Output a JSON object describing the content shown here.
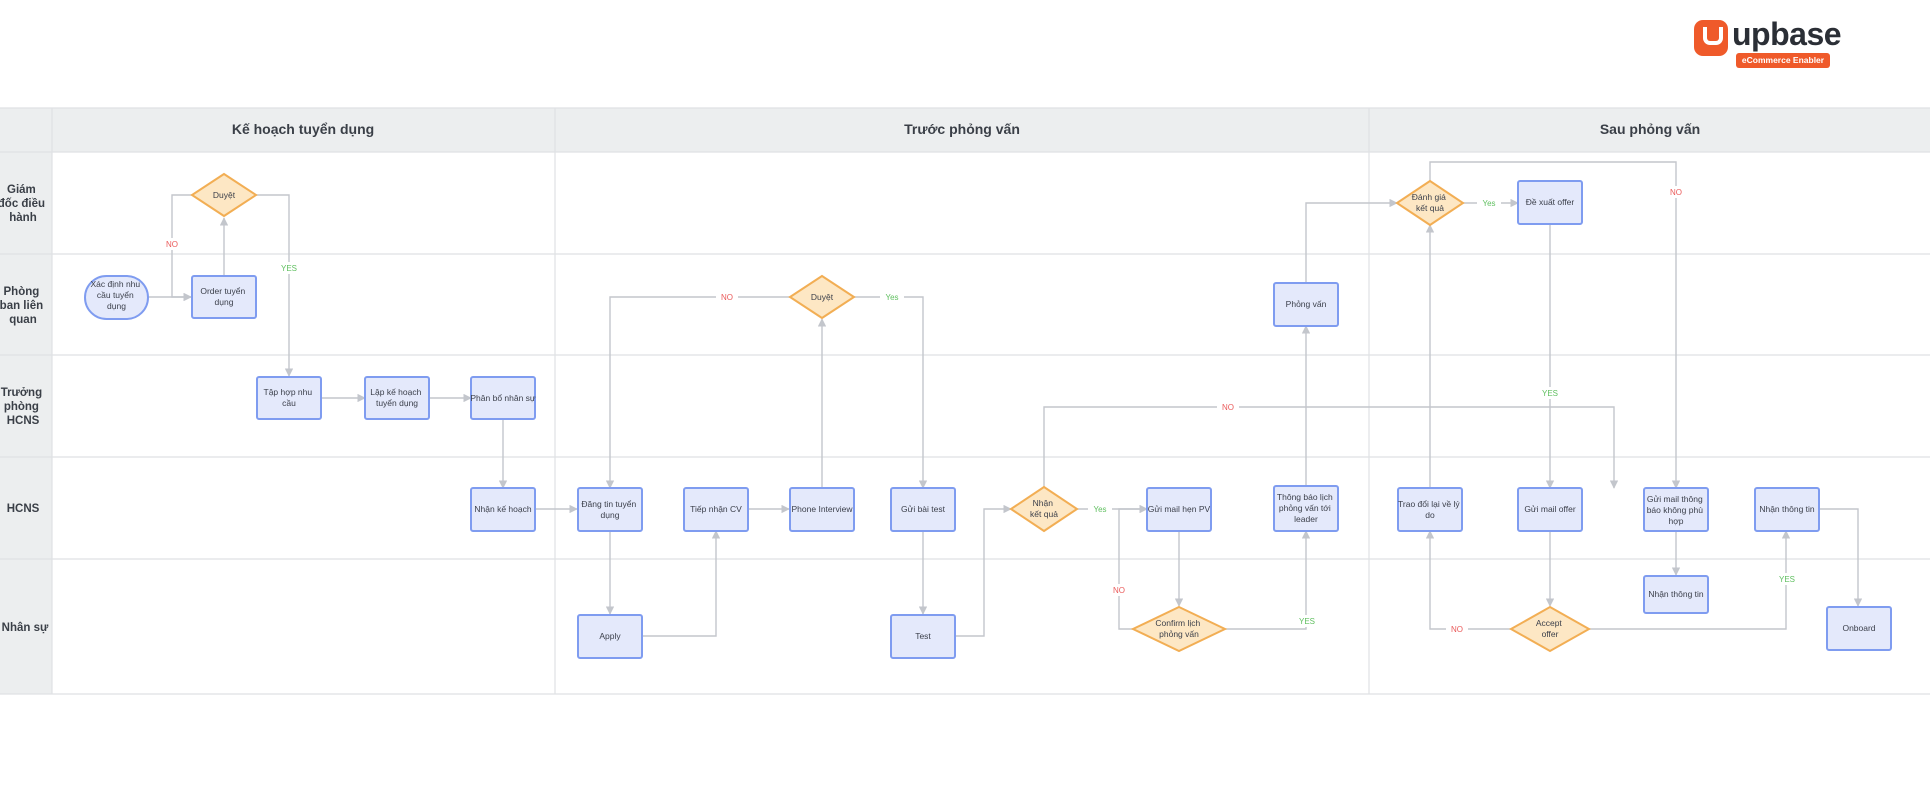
{
  "brand": {
    "name": "upbase",
    "tagline": "eCommerce Enabler",
    "color": "#ef5a2a"
  },
  "phases": [
    {
      "label": "Kế hoạch tuyển dụng"
    },
    {
      "label": "Trước phỏng vấn"
    },
    {
      "label": "Sau phỏng vấn"
    }
  ],
  "lanes": [
    {
      "lines": [
        "Giám",
        "đốc điều",
        "hành"
      ]
    },
    {
      "lines": [
        "Phòng",
        "ban liên",
        "quan"
      ]
    },
    {
      "lines": [
        "Trưởng",
        "phòng",
        "HCNS"
      ]
    },
    {
      "lines": [
        "HCNS"
      ]
    },
    {
      "lines": [
        "Nhân sự"
      ]
    }
  ],
  "nodes": {
    "xac_dinh": {
      "lines": [
        "Xác định nhu",
        "cầu tuyển",
        "dụng"
      ]
    },
    "order": {
      "lines": [
        "Order tuyển",
        "dụng"
      ]
    },
    "duyet1": {
      "lines": [
        "Duyệt"
      ]
    },
    "tap_hop": {
      "lines": [
        "Tập hợp nhu",
        "cầu"
      ]
    },
    "lap_ke_hoach": {
      "lines": [
        "Lập kế hoạch",
        "tuyển dụng"
      ]
    },
    "phan_bo": {
      "lines": [
        "Phân bổ nhân sự"
      ]
    },
    "nhan_ke_hoach": {
      "lines": [
        "Nhận kế hoạch"
      ]
    },
    "dang_tin": {
      "lines": [
        "Đăng tin tuyển",
        "dụng"
      ]
    },
    "apply": {
      "lines": [
        "Apply"
      ]
    },
    "tiep_nhan": {
      "lines": [
        "Tiếp nhận CV"
      ]
    },
    "phone": {
      "lines": [
        "Phone Interview"
      ]
    },
    "duyet2": {
      "lines": [
        "Duyệt"
      ]
    },
    "gui_bai_test": {
      "lines": [
        "Gửi bài test"
      ]
    },
    "test": {
      "lines": [
        "Test"
      ]
    },
    "nhan_ket_qua": {
      "lines": [
        "Nhận",
        "kết quả"
      ]
    },
    "gui_mail_hen": {
      "lines": [
        "Gửi mail hẹn PV"
      ]
    },
    "confirm": {
      "lines": [
        "Confirm lịch",
        "phỏng vấn"
      ]
    },
    "thong_bao_lich": {
      "lines": [
        "Thông báo lịch",
        "phỏng vấn tới",
        "leader"
      ]
    },
    "phong_van": {
      "lines": [
        "Phỏng vấn"
      ]
    },
    "danh_gia": {
      "lines": [
        "Đánh giá",
        "kết quả"
      ]
    },
    "de_xuat": {
      "lines": [
        "Đề xuất offer"
      ]
    },
    "tran_doi": {
      "lines": [
        "Trao đổi lại về lý",
        "do"
      ]
    },
    "gui_mail_offer": {
      "lines": [
        "Gửi mail offer"
      ]
    },
    "accept": {
      "lines": [
        "Accept",
        "offer"
      ]
    },
    "gui_mail_khong": {
      "lines": [
        "Gửi mail thông",
        "báo không phù",
        "hợp"
      ]
    },
    "nhan_thong_tin_ns": {
      "lines": [
        "Nhận thông tin"
      ]
    },
    "nhan_thong_tin": {
      "lines": [
        "Nhận thông tin"
      ]
    },
    "onboard": {
      "lines": [
        "Onboard"
      ]
    }
  },
  "edge_labels": {
    "no": "NO",
    "yes_caps": "YES",
    "yes_title": "Yes"
  },
  "colors": {
    "process_fill": "#e4e9fb",
    "process_stroke": "#7f9cf0",
    "decision_fill": "#fde7c4",
    "decision_stroke": "#f2ae54",
    "connector": "#c3c6cc",
    "no_label": "#ea5a5a",
    "yes_label": "#5fbf5f",
    "header_bg": "#eceeef"
  }
}
